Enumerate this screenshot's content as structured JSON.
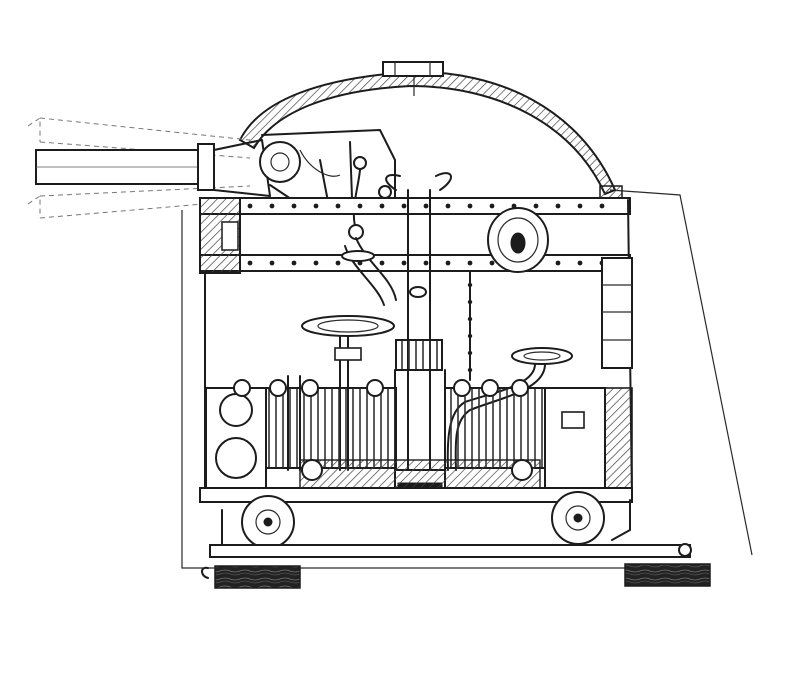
{
  "colors": {
    "ink": "#1c1c1c",
    "paper": "#ffffff",
    "hatch": "#555555"
  },
  "drawing": {
    "subject": "",
    "labels": []
  },
  "icons": {
    "armor-dome": "curved-hatched-arc",
    "gun-barrel": "cylinder",
    "hand-wheel": "spoked-wheel",
    "roller-wheel": "circle-with-hub",
    "rivet": "dot"
  }
}
